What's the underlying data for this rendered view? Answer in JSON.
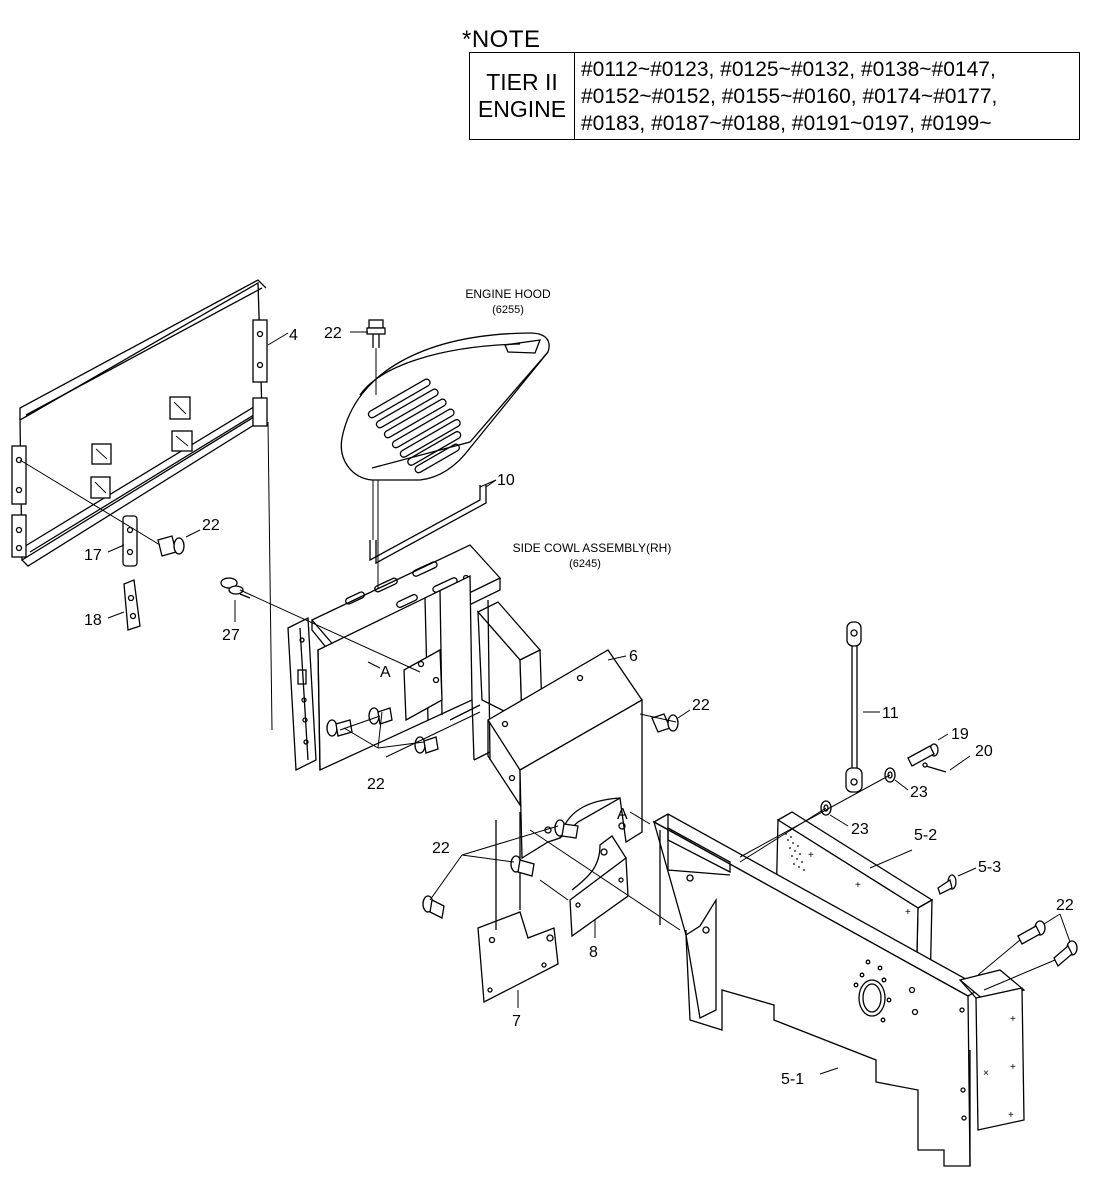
{
  "note": {
    "title": "*NOTE",
    "label_line1": "TIER II",
    "label_line2": "ENGINE",
    "ranges": [
      "#0112~#0123, #0125~#0132, #0138~#0147,",
      "#0152~#0152, #0155~#0160, #0174~#0177,",
      "#0183, #0187~#0188, #0191~0197, #0199~"
    ]
  },
  "captions": {
    "engine_hood": "ENGINE HOOD",
    "engine_hood_code": "(6255)",
    "side_cowl": "SIDE COWL ASSEMBLY(RH)",
    "side_cowl_code": "(6245)"
  },
  "callouts": {
    "p4": "4",
    "p22_top": "22",
    "p10": "10",
    "p22_left": "22",
    "p17": "17",
    "p18": "18",
    "p27": "27",
    "a1": "A",
    "p6": "6",
    "p22_mid_right": "22",
    "p22_bottom_left": "22",
    "p11": "11",
    "p19": "19",
    "p20": "20",
    "p23_upper": "23",
    "p23_lower": "23",
    "a2": "A",
    "p5_2": "5-2",
    "p5_3": "5-3",
    "p22_center": "22",
    "p8": "8",
    "p7": "7",
    "p22_right": "22",
    "p5_1": "5-1"
  }
}
